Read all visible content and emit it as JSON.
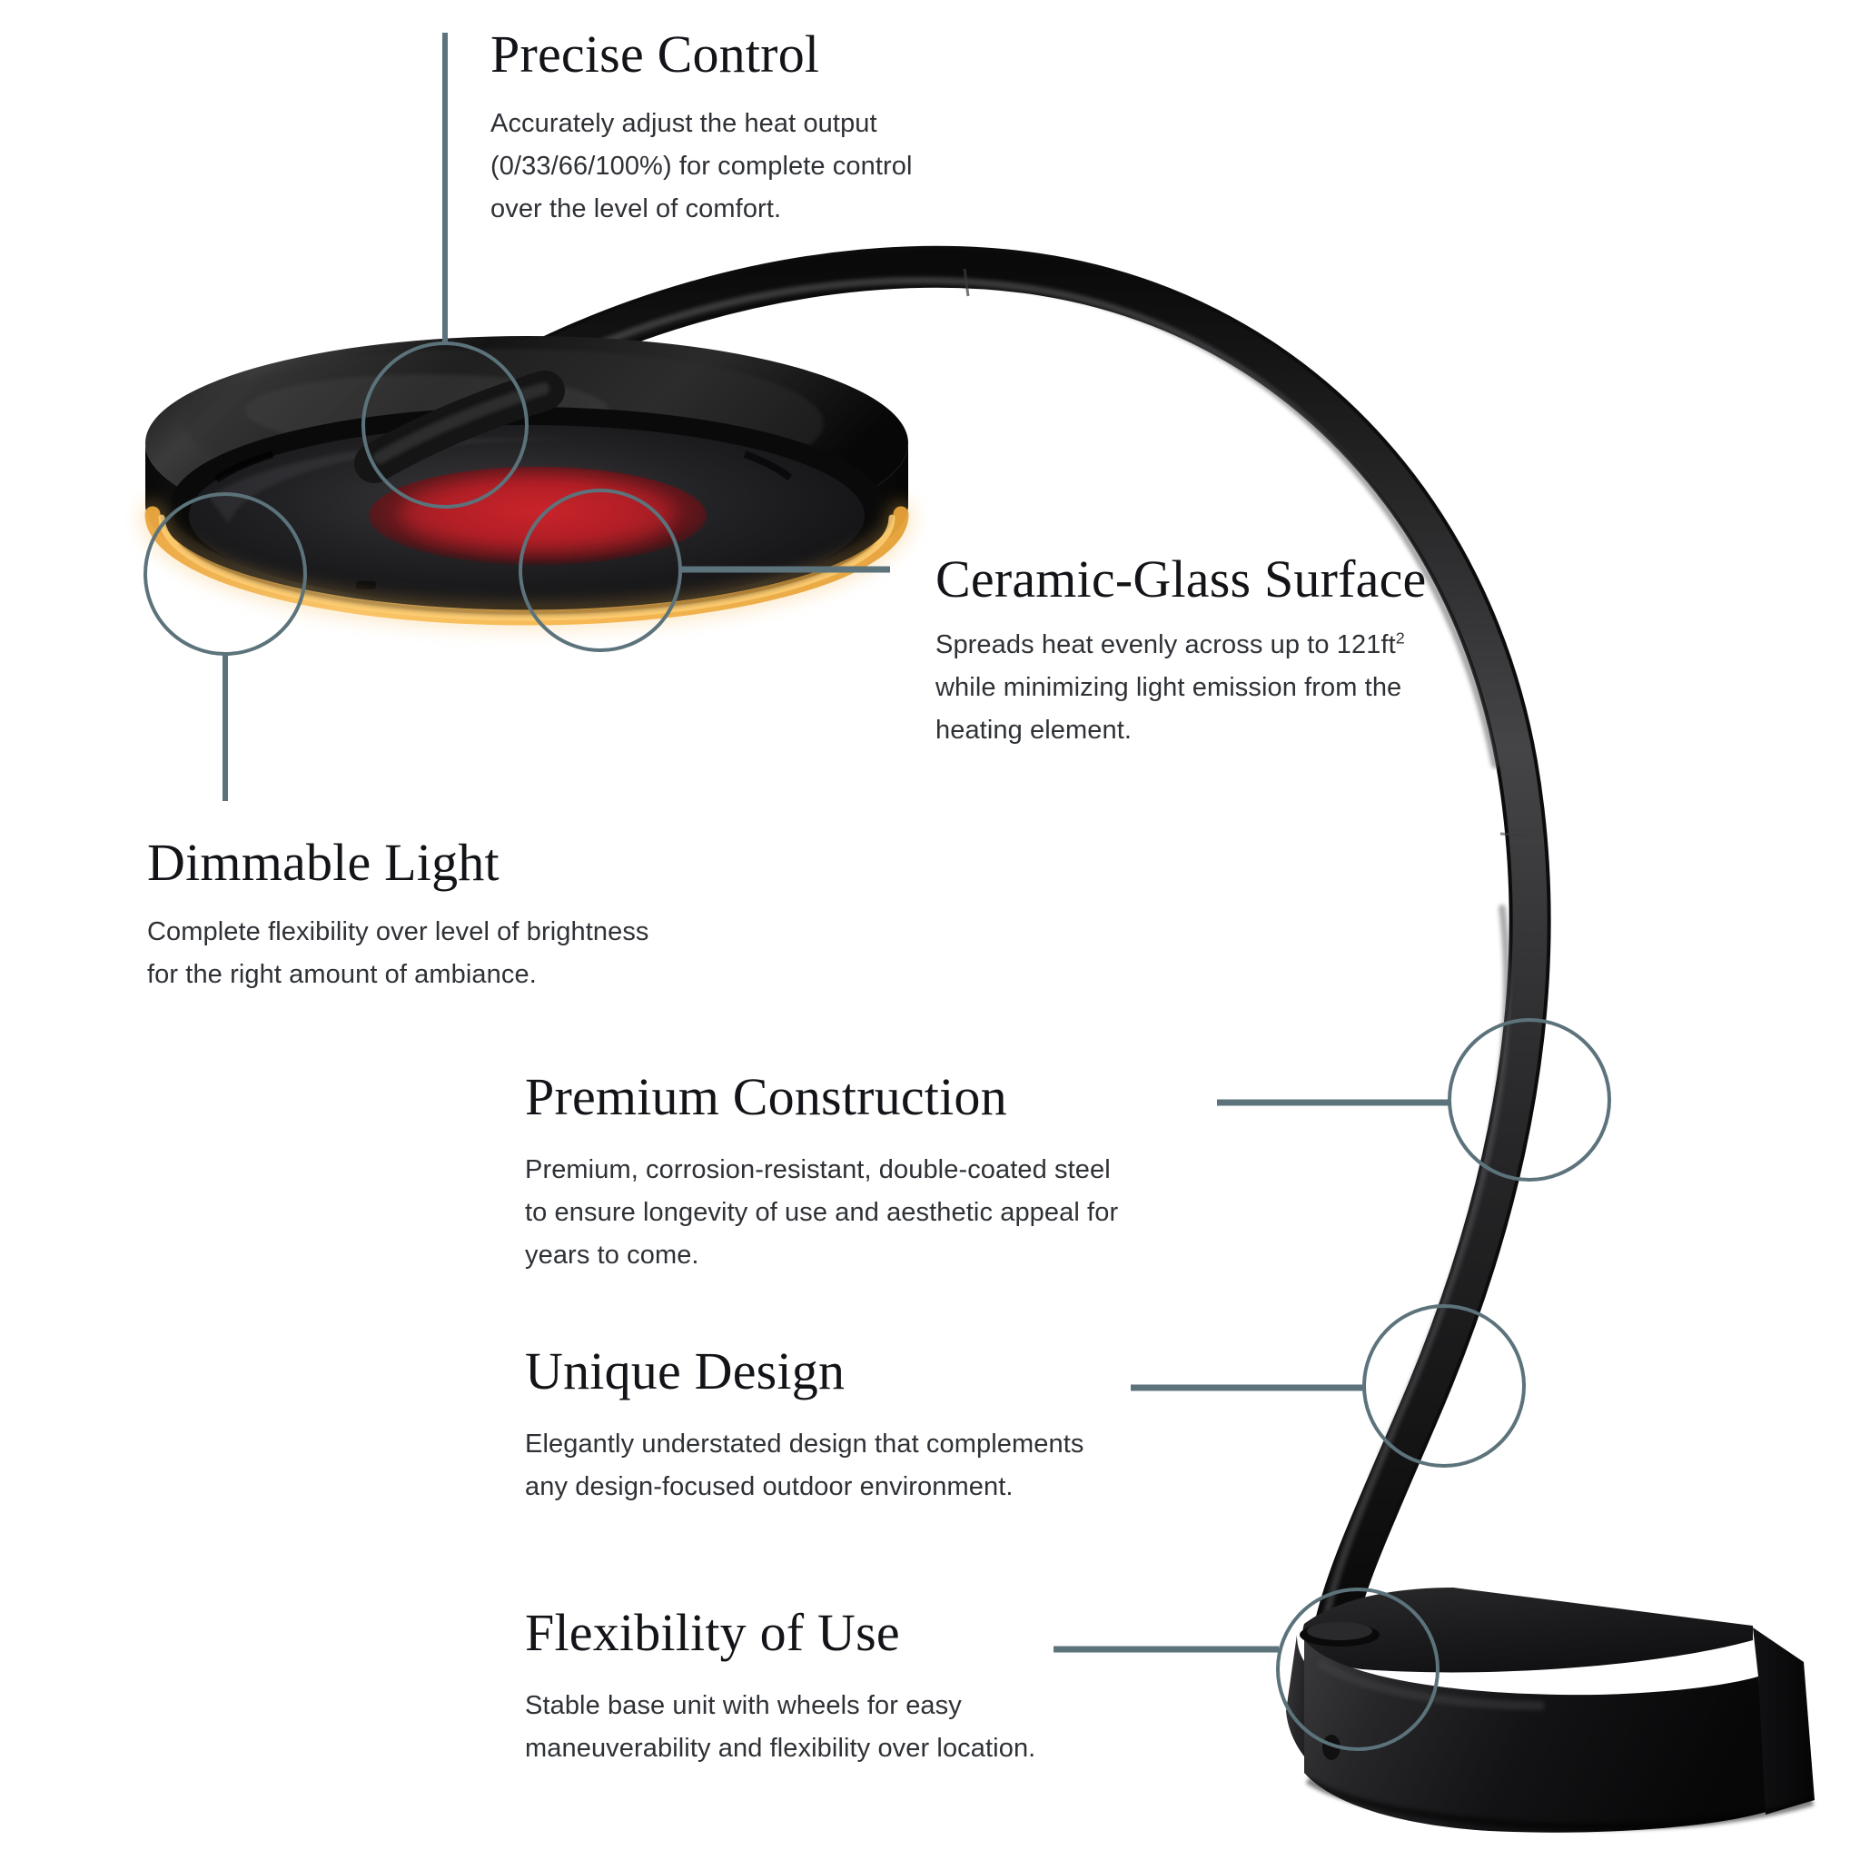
{
  "theme": {
    "background": "#ffffff",
    "heading_color": "#121418",
    "body_color": "#2e3135",
    "connector_color": "#5c737b",
    "circle_stroke": "#5c737b",
    "product_body": "#1a1a1a",
    "product_highlight": "#4a4a4a",
    "heat_glow": "#b11a22",
    "led_glow": "#f0a93c"
  },
  "product": {
    "name": "arc-patio-heater",
    "parts": [
      {
        "name": "heater-head",
        "description": "Round black heater head with ceramic-glass underside"
      },
      {
        "name": "heating-element",
        "description": "Red glowing infrared heating element"
      },
      {
        "name": "led-ring",
        "description": "Warm amber dimmable LED ring around rim"
      },
      {
        "name": "arc-pole",
        "description": "Curved double-coated steel arc pole"
      },
      {
        "name": "base-unit",
        "description": "Weighted tapered base unit with wheels"
      }
    ]
  },
  "callouts": [
    {
      "id": "precise-control",
      "title": "Precise Control",
      "body": "Accurately adjust the heat output (0/33/66/100%) for complete control over the level of comfort.",
      "lines": [
        "Accurately adjust the heat output",
        "(0/33/66/100%) for complete control",
        "over the level of comfort."
      ],
      "connector": "vertical-down",
      "target": "arm-joint"
    },
    {
      "id": "ceramic-glass-surface",
      "title": "Ceramic-Glass Surface",
      "body": "Spreads heat evenly across up to 121ft² while minimizing light emission from the heating element.",
      "lines_html": [
        "Spreads heat evenly across up to 121ft<sup>2</sup>",
        "while minimizing light emission from the",
        "heating element."
      ],
      "connector": "horizontal-left",
      "target": "glass-surface"
    },
    {
      "id": "dimmable-light",
      "title": "Dimmable Light",
      "body": "Complete flexibility over level of brightness for the right amount of ambiance.",
      "lines": [
        "Complete flexibility over level of brightness",
        "for the right amount of ambiance."
      ],
      "connector": "vertical-up",
      "target": "led-ring"
    },
    {
      "id": "premium-construction",
      "title": "Premium Construction",
      "body": "Premium, corrosion-resistant, double-coated steel to ensure longevity of use and aesthetic appeal for years to come.",
      "lines": [
        "Premium, corrosion-resistant, double-coated steel",
        "to ensure longevity of use and aesthetic appeal for",
        "years to come."
      ],
      "connector": "horizontal-right",
      "target": "arc-pole-upper"
    },
    {
      "id": "unique-design",
      "title": "Unique Design",
      "body": "Elegantly understated design that complements any design-focused outdoor environment.",
      "lines": [
        "Elegantly understated design that complements",
        "any design-focused outdoor environment."
      ],
      "connector": "horizontal-right",
      "target": "arc-pole-lower"
    },
    {
      "id": "flexibility-of-use",
      "title": "Flexibility of Use",
      "body": "Stable base unit with wheels for easy maneuverability and flexibility over location.",
      "lines": [
        "Stable base unit with wheels for easy",
        "maneuverability and flexibility over location."
      ],
      "connector": "horizontal-right",
      "target": "base-unit"
    }
  ]
}
